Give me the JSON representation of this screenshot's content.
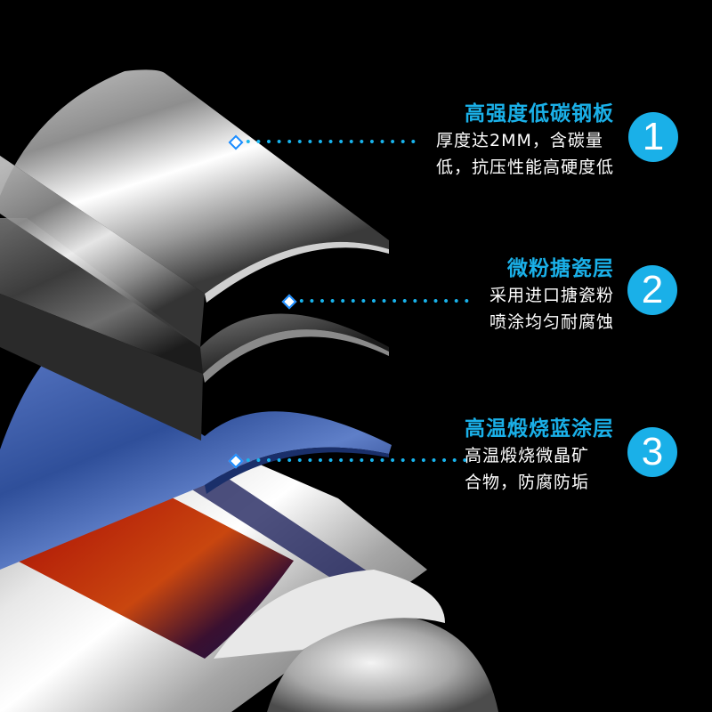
{
  "colors": {
    "background": "#000000",
    "accent": "#1ab0e8",
    "leader_dots": "#18b4ee",
    "marker_border": "#1a8cff",
    "text": "#ffffff"
  },
  "illustration": {
    "subject": "layered-water-heater-tank-cutaway",
    "layers": [
      {
        "name": "outer-steel-plate",
        "color": "#c8c8c8"
      },
      {
        "name": "enamel-layer",
        "color": "#4a4a4a"
      },
      {
        "name": "blue-coating",
        "color": "#3f62b0"
      },
      {
        "name": "heated-water-interior",
        "color": "#b22a08"
      }
    ]
  },
  "callouts": [
    {
      "number": "1",
      "title": "高强度低碳钢板",
      "lines": [
        "厚度达2MM，含碳量",
        "低，抗压性能高硬度低"
      ],
      "marker_icon": "diamond-marker"
    },
    {
      "number": "2",
      "title": "微粉搪瓷层",
      "lines": [
        "采用进口搪瓷粉",
        "喷涂均匀耐腐蚀"
      ],
      "marker_icon": "diamond-marker"
    },
    {
      "number": "3",
      "title": "高温煅烧蓝涂层",
      "lines": [
        "高温煅烧微晶矿",
        "合物，防腐防垢"
      ],
      "marker_icon": "diamond-marker"
    }
  ]
}
